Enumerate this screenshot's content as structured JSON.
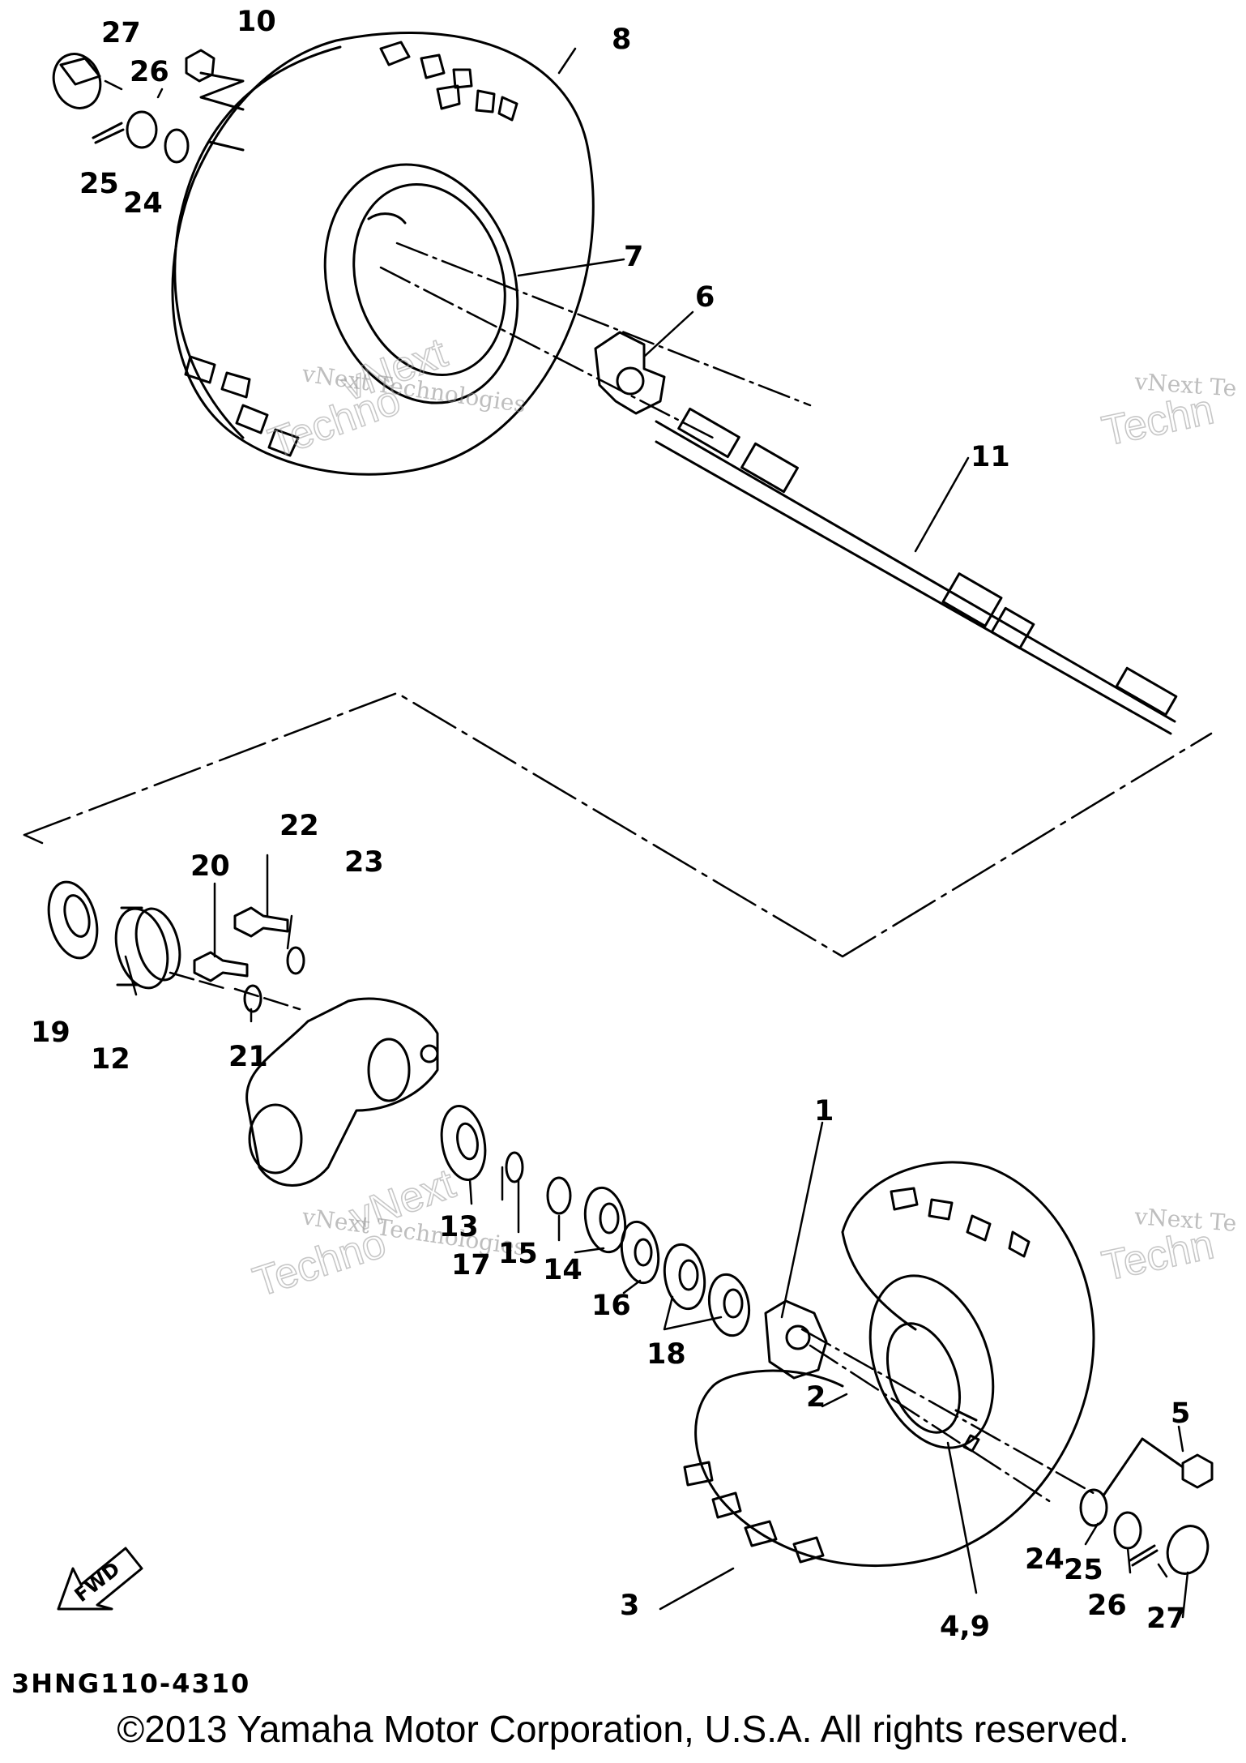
{
  "callouts": [
    {
      "id": "c27a",
      "text": "27"
    },
    {
      "id": "c10",
      "text": "10"
    },
    {
      "id": "c26a",
      "text": "26"
    },
    {
      "id": "c8",
      "text": "8"
    },
    {
      "id": "c25a",
      "text": "25"
    },
    {
      "id": "c24a",
      "text": "24"
    },
    {
      "id": "c7",
      "text": "7"
    },
    {
      "id": "c6",
      "text": "6"
    },
    {
      "id": "c11",
      "text": "11"
    },
    {
      "id": "c22",
      "text": "22"
    },
    {
      "id": "c20",
      "text": "20"
    },
    {
      "id": "c23",
      "text": "23"
    },
    {
      "id": "c19",
      "text": "19"
    },
    {
      "id": "c12",
      "text": "12"
    },
    {
      "id": "c21",
      "text": "21"
    },
    {
      "id": "c13",
      "text": "13"
    },
    {
      "id": "c17",
      "text": "17"
    },
    {
      "id": "c15",
      "text": "15"
    },
    {
      "id": "c14",
      "text": "14"
    },
    {
      "id": "c16",
      "text": "16"
    },
    {
      "id": "c18",
      "text": "18"
    },
    {
      "id": "c1",
      "text": "1"
    },
    {
      "id": "c2",
      "text": "2"
    },
    {
      "id": "c5",
      "text": "5"
    },
    {
      "id": "c24b",
      "text": "24"
    },
    {
      "id": "c25b",
      "text": "25"
    },
    {
      "id": "c26b",
      "text": "26"
    },
    {
      "id": "c27b",
      "text": "27"
    },
    {
      "id": "c3",
      "text": "3"
    },
    {
      "id": "c49",
      "text": "4,9"
    }
  ],
  "fwd_label": "FWD",
  "watermark": {
    "line1": "vNext Technologies",
    "line2": "Techno",
    "line3": "vNext",
    "line4": "vNext Te",
    "line5": "Techn"
  },
  "diagram_code": "3HNG110-4310",
  "copyright": "©2013 Yamaha Motor Corporation, U.S.A. All rights reserved."
}
